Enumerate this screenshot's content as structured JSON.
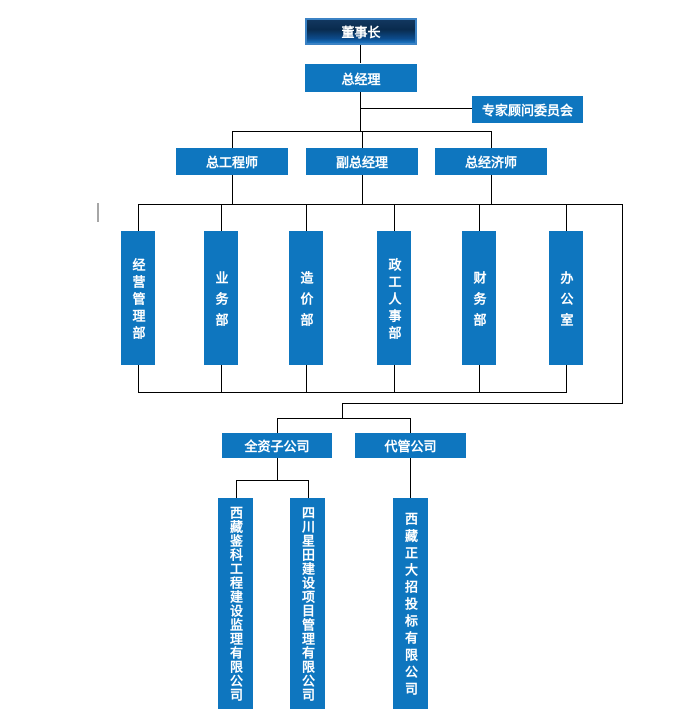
{
  "org": {
    "chairman": {
      "label": "董事长"
    },
    "general_manager": {
      "label": "总经理"
    },
    "advisory_committee": {
      "label": "专家顾问委员会"
    },
    "senior_managers": [
      {
        "label": "总工程师"
      },
      {
        "label": "副总经理"
      },
      {
        "label": "总经济师"
      }
    ],
    "departments": [
      {
        "label": "经营管理部"
      },
      {
        "label": "业务部"
      },
      {
        "label": "造价部"
      },
      {
        "label": "政工人事部"
      },
      {
        "label": "财务部"
      },
      {
        "label": "办公室"
      }
    ],
    "company_groups": [
      {
        "label": "全资子公司"
      },
      {
        "label": "代管公司"
      }
    ],
    "wholly_owned_subsidiaries": [
      {
        "label": "西藏鉴科工程建设监理有限公司"
      },
      {
        "label": "四川星田建设项目管理有限公司"
      }
    ],
    "managed_companies": [
      {
        "label": "西藏正大招投标有限公司"
      }
    ]
  },
  "colors": {
    "node_fill": "#0e76bf",
    "node_text": "#ffffff",
    "connector": "#000000",
    "chairman_border": "#3b82c4",
    "chairman_gradient_top": "#12375f",
    "chairman_gradient_bottom": "#1c74c0",
    "stray_mark": "#a6a6a6",
    "background": "#ffffff"
  }
}
